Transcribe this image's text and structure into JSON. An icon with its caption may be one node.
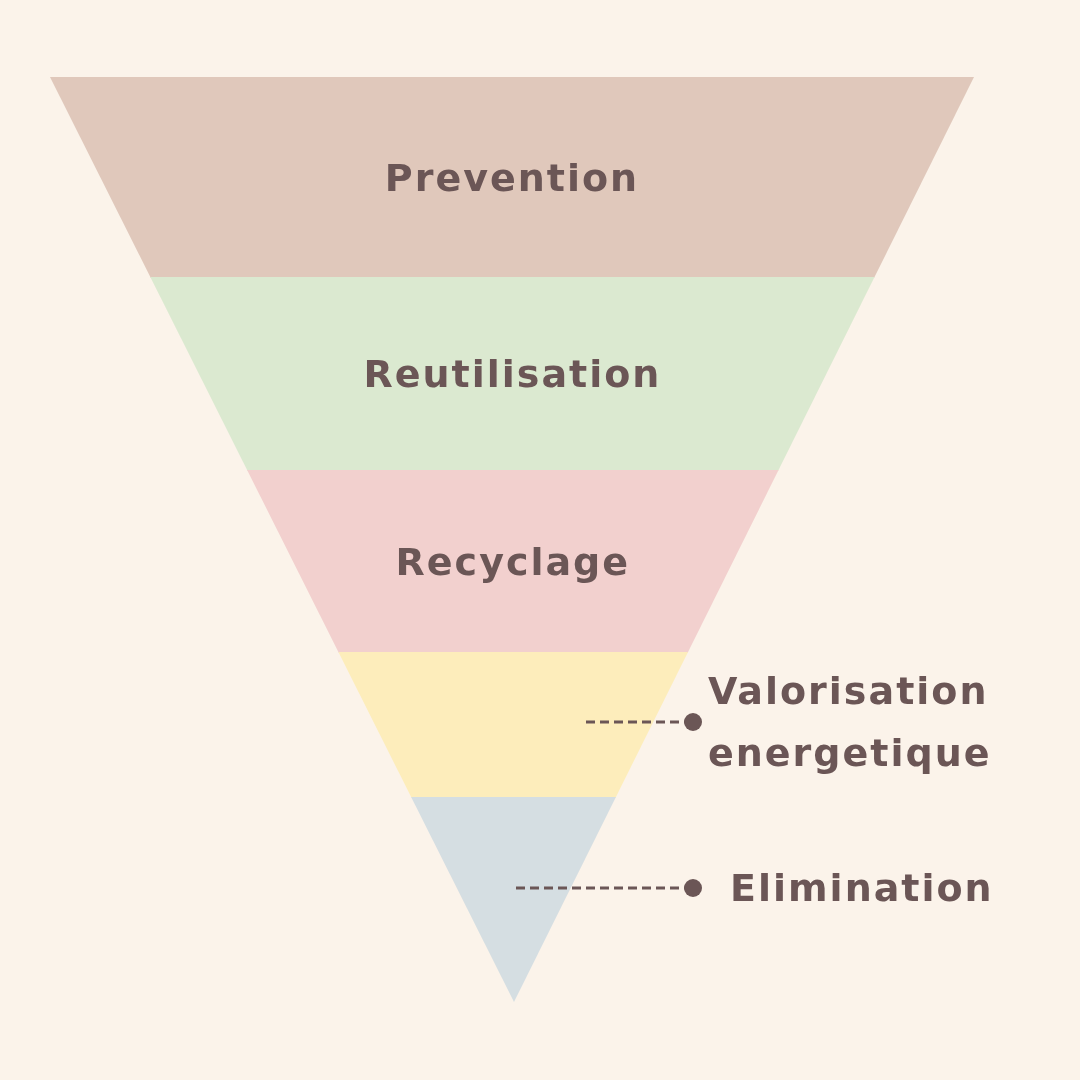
{
  "diagram": {
    "nodes": [
      {
        "text": [
          "Prevention"
        ]
      },
      {
        "text": [
          "Reutilisation"
        ]
      },
      {
        "text": [
          "Recyclage"
        ]
      },
      {
        "text": [],
        "shape": "trapezoid"
      },
      {
        "text": [],
        "shape": "triangle"
      },
      {
        "text": [
          "Valorisation energetique"
        ]
      },
      {
        "text": [
          "Elimination"
        ]
      }
    ],
    "edges": [
      {
        "from": 5,
        "to": 3,
        "arrow": "other",
        "style": "dashed"
      },
      {
        "from": 6,
        "to": 4,
        "arrow": "other",
        "style": "dashed"
      }
    ]
  }
}
